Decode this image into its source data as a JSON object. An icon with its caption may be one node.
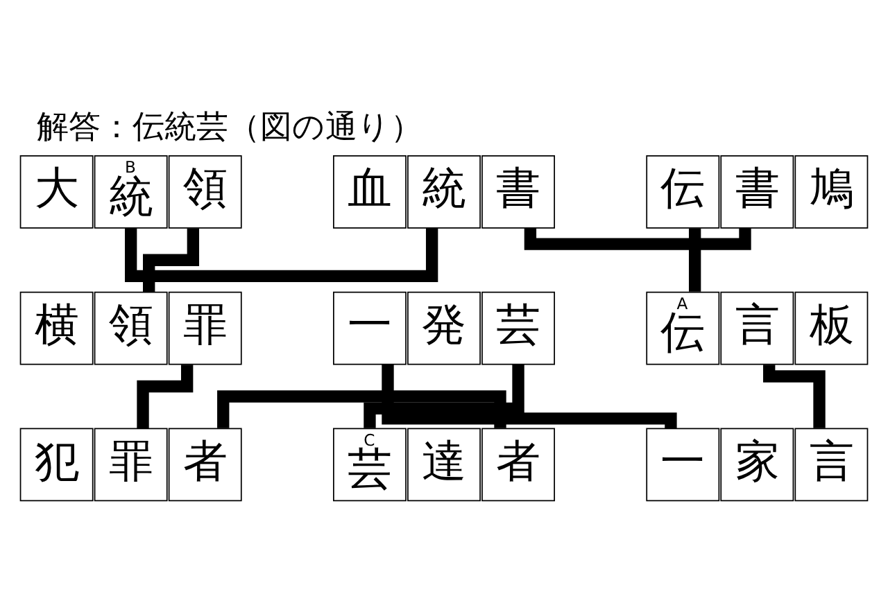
{
  "diagram": {
    "title": "解答：伝統芸（図の通り）",
    "nodes": [
      {
        "text": [
          "大"
        ]
      },
      {
        "text": [
          "B",
          "統"
        ]
      },
      {
        "text": [
          "領"
        ]
      },
      {
        "text": [
          "血"
        ]
      },
      {
        "text": [
          "統"
        ]
      },
      {
        "text": [
          "書"
        ]
      },
      {
        "text": [
          "伝"
        ]
      },
      {
        "text": [
          "書"
        ]
      },
      {
        "text": [
          "鳩"
        ]
      },
      {
        "text": [
          "横"
        ]
      },
      {
        "text": [
          "領"
        ]
      },
      {
        "text": [
          "罪"
        ]
      },
      {
        "text": [
          "一"
        ]
      },
      {
        "text": [
          "発"
        ]
      },
      {
        "text": [
          "芸"
        ]
      },
      {
        "text": [
          "A",
          "伝"
        ]
      },
      {
        "text": [
          "言"
        ]
      },
      {
        "text": [
          "板"
        ]
      },
      {
        "text": [
          "犯"
        ]
      },
      {
        "text": [
          "罪"
        ]
      },
      {
        "text": [
          "者"
        ]
      },
      {
        "text": [
          "C",
          "芸"
        ]
      },
      {
        "text": [
          "達"
        ]
      },
      {
        "text": [
          "者"
        ]
      },
      {
        "text": [
          "一"
        ]
      },
      {
        "text": [
          "家"
        ]
      },
      {
        "text": [
          "言"
        ]
      }
    ],
    "edges": [
      {
        "from": 1,
        "to": 4,
        "arrow": "none"
      },
      {
        "from": 5,
        "to": 7,
        "arrow": "none"
      },
      {
        "from": 2,
        "to": 10,
        "arrow": "none"
      },
      {
        "from": 11,
        "to": 19,
        "arrow": "none"
      },
      {
        "from": 20,
        "to": 23,
        "arrow": "none"
      },
      {
        "from": 21,
        "to": 14,
        "arrow": "none"
      },
      {
        "from": 12,
        "to": 24,
        "arrow": "none"
      },
      {
        "from": 6,
        "to": 15,
        "arrow": "none"
      },
      {
        "from": 16,
        "to": 26,
        "arrow": "none"
      }
    ]
  }
}
